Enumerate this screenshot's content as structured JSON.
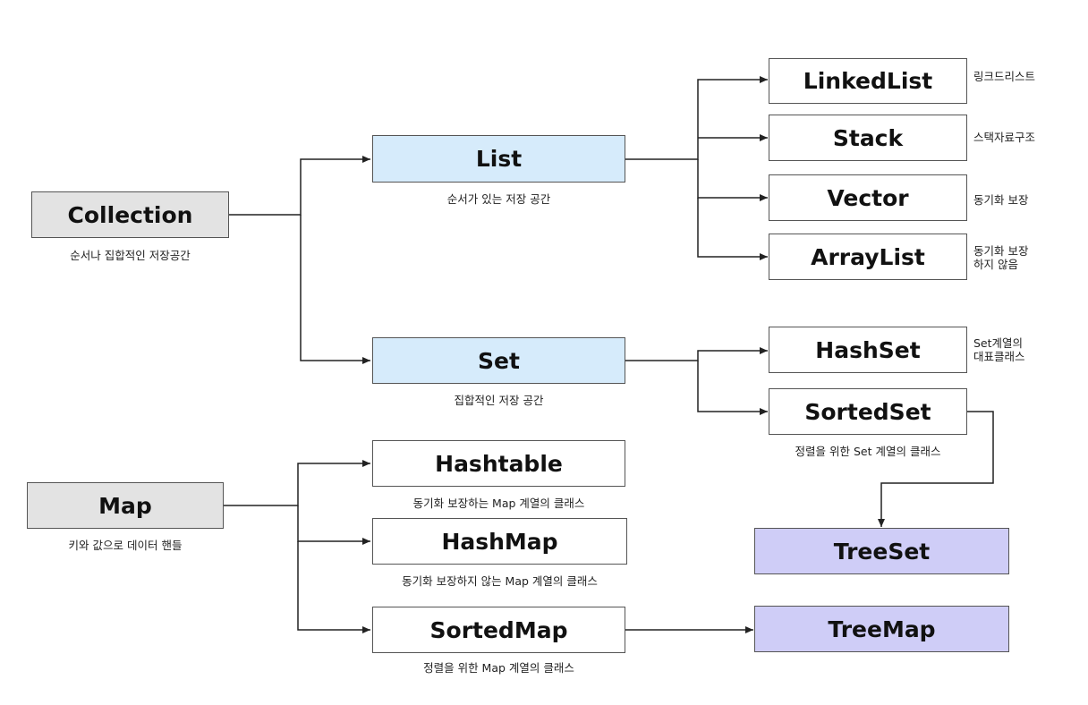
{
  "nodes": {
    "collection": {
      "label": "Collection",
      "caption": "순서나 집합적인 저장공간"
    },
    "list": {
      "label": "List",
      "caption": "순서가 있는 저장 공간"
    },
    "set": {
      "label": "Set",
      "caption": "집합적인 저장 공간"
    },
    "linkedlist": {
      "label": "LinkedList",
      "note": "링크드리스트"
    },
    "stack": {
      "label": "Stack",
      "note": "스택자료구조"
    },
    "vector": {
      "label": "Vector",
      "note": "동기화 보장"
    },
    "arraylist": {
      "label": "ArrayList",
      "note": [
        "동기화 보장",
        "하지 않음"
      ]
    },
    "hashset": {
      "label": "HashSet",
      "note": [
        "Set계열의",
        "대표클래스"
      ]
    },
    "sortedset": {
      "label": "SortedSet",
      "caption": "정렬을 위한 Set 계열의 클래스"
    },
    "treeset": {
      "label": "TreeSet"
    },
    "map": {
      "label": "Map",
      "caption": "키와 값으로 데이터 핸들"
    },
    "hashtable": {
      "label": "Hashtable",
      "caption": "동기화 보장하는 Map 계열의 클래스"
    },
    "hashmap": {
      "label": "HashMap",
      "caption": "동기화 보장하지 않는 Map 계열의 클래스"
    },
    "sortedmap": {
      "label": "SortedMap",
      "caption": "정렬을 위한 Map 계열의 클래스"
    },
    "treemap": {
      "label": "TreeMap"
    }
  },
  "colors": {
    "root_fill": "#e3e3e3",
    "interface_fill": "#d6ebfb",
    "tree_fill": "#cfcdf7",
    "class_fill": "#ffffff",
    "border": "#555555",
    "connector": "#222222"
  }
}
